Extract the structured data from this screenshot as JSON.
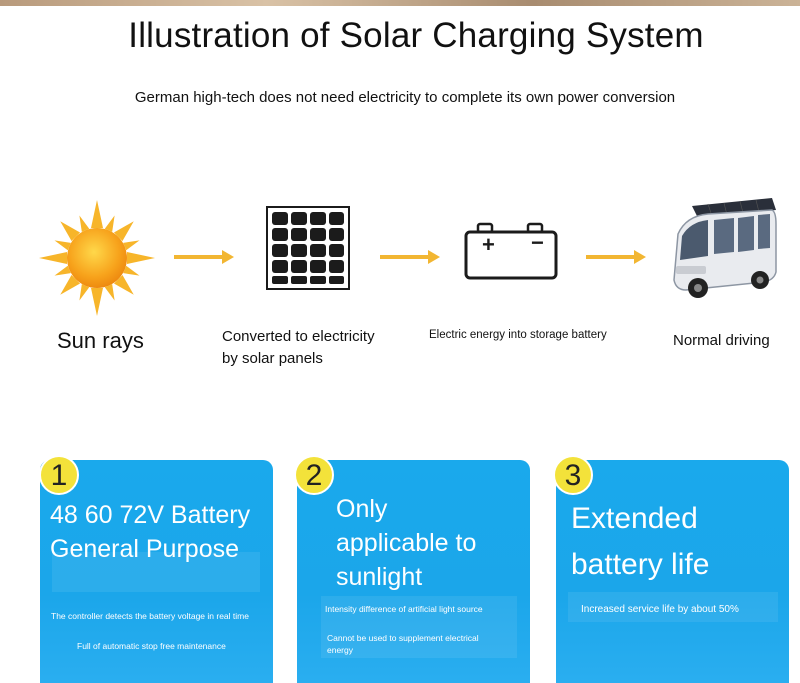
{
  "header": {
    "title": "Illustration of Solar Charging System",
    "subtitle": "German high-tech does not need electricity to complete its own power conversion"
  },
  "steps": [
    {
      "label": "Sun rays",
      "icon": "sun-icon"
    },
    {
      "label_line1": "Converted to electricity",
      "label_line2": "by solar panels",
      "icon": "solar-panel-icon"
    },
    {
      "label": "Electric energy into storage battery",
      "icon": "battery-icon"
    },
    {
      "label": "Normal driving",
      "icon": "vehicle-icon"
    }
  ],
  "battery_symbols": {
    "plus": "+",
    "minus": "−"
  },
  "cards": [
    {
      "number": "1",
      "title_line1": "48 60 72V Battery",
      "title_line2": "General Purpose",
      "note1": "The controller detects the battery voltage in real time",
      "note2": "Full of automatic stop free maintenance"
    },
    {
      "number": "2",
      "title_line1": "Only",
      "title_line2": "applicable to",
      "title_line3": "sunlight",
      "note1": "Intensity difference of artificial light source",
      "note2_line1": "Cannot be used to supplement electrical",
      "note2_line2": "energy"
    },
    {
      "number": "3",
      "title_line1": "Extended",
      "title_line2": "battery life",
      "note1": "Increased service life by about 50%"
    }
  ],
  "colors": {
    "card_blue": "#1ba6ea",
    "badge_yellow": "#f3e23a",
    "arrow_gold": "#f2b632",
    "sun_orange": "#f7a21b"
  }
}
